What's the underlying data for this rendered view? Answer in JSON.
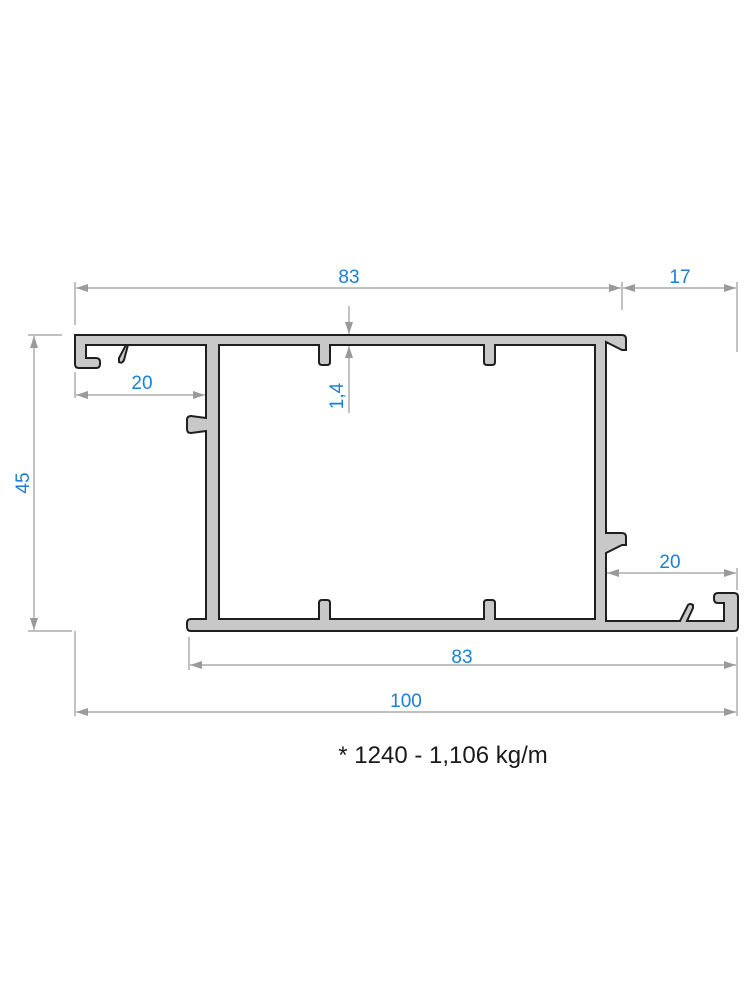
{
  "colors": {
    "profile_fill": "#c8c8c8",
    "profile_stroke": "#1f1f1f",
    "dimension_line": "#9a9a9a",
    "dimension_text": "#1a7fd6",
    "caption_text": "#1a1a1a"
  },
  "dimensions": {
    "top_inner_width": "83",
    "top_overhang": "17",
    "overall_height": "45",
    "left_flange": "20",
    "wall_thickness": "1,4",
    "right_flange": "20",
    "bottom_inner_width": "83",
    "overall_width": "100"
  },
  "caption": "* 1240 - 1,106 kg/m"
}
